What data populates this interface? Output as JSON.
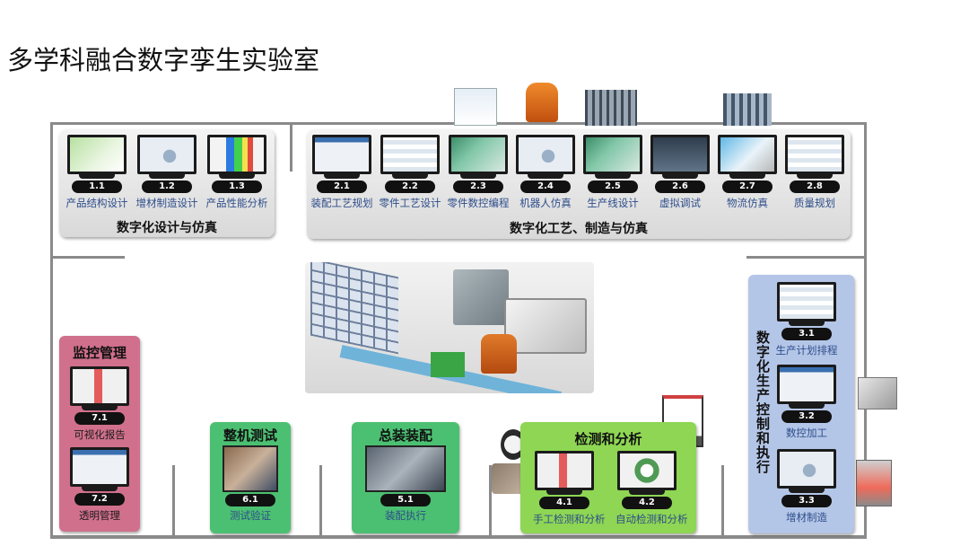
{
  "title": "多学科融合数字孪生实验室",
  "design_panel": {
    "title": "数字化设计与仿真",
    "modules": [
      {
        "num": "1.1",
        "label": "产品结构设计",
        "icon": "cad-model-screen"
      },
      {
        "num": "1.2",
        "label": "增材制造设计",
        "icon": "additive-design-screen"
      },
      {
        "num": "1.3",
        "label": "产品性能分析",
        "icon": "simulation-heatmap-screen"
      }
    ]
  },
  "process_panel": {
    "title": "数字化工艺、制造与仿真",
    "modules": [
      {
        "num": "2.1",
        "label": "装配工艺规划",
        "icon": "assembly-planning-screen"
      },
      {
        "num": "2.2",
        "label": "零件工艺设计",
        "icon": "part-process-screen"
      },
      {
        "num": "2.3",
        "label": "零件数控编程",
        "icon": "nc-programming-screen"
      },
      {
        "num": "2.4",
        "label": "机器人仿真",
        "icon": "robot-simulation-screen"
      },
      {
        "num": "2.5",
        "label": "生产线设计",
        "icon": "production-line-screen"
      },
      {
        "num": "2.6",
        "label": "虚拟调试",
        "icon": "virtual-commissioning-screen"
      },
      {
        "num": "2.7",
        "label": "物流仿真",
        "icon": "logistics-simulation-screen"
      },
      {
        "num": "2.8",
        "label": "质量规划",
        "icon": "quality-planning-screen"
      }
    ]
  },
  "production_panel": {
    "title": "数字化生产控制和执行",
    "modules": [
      {
        "num": "3.1",
        "label": "生产计划排程",
        "icon": "scheduling-screen"
      },
      {
        "num": "3.2",
        "label": "数控加工",
        "icon": "cnc-machining-screen"
      },
      {
        "num": "3.3",
        "label": "增材制造",
        "icon": "additive-manufacturing-screen"
      }
    ]
  },
  "inspection_panel": {
    "title": "检测和分析",
    "modules": [
      {
        "num": "4.1",
        "label": "手工检测和分析",
        "icon": "manual-inspection-screen"
      },
      {
        "num": "4.2",
        "label": "自动检测和分析",
        "icon": "auto-inspection-screen"
      }
    ]
  },
  "assembly_panel": {
    "title": "总装装配",
    "module": {
      "num": "5.1",
      "label": "装配执行",
      "icon": "assembly-photo"
    }
  },
  "test_panel": {
    "title": "整机测试",
    "module": {
      "num": "6.1",
      "label": "测试验证",
      "icon": "testing-photo"
    }
  },
  "monitor_panel": {
    "title": "监控管理",
    "modules": [
      {
        "num": "7.1",
        "label": "可视化报告",
        "icon": "dashboard-screen"
      },
      {
        "num": "7.2",
        "label": "透明管理",
        "icon": "transparent-management-screen"
      }
    ]
  },
  "colors": {
    "frame": "#8a8a8a",
    "label_text": "#2d4d8a",
    "monitor_panel": "#d0708c",
    "production_panel": "#b4c6e7",
    "assembly_test_panel": "#4cc072",
    "inspection_panel": "#8ed653"
  }
}
